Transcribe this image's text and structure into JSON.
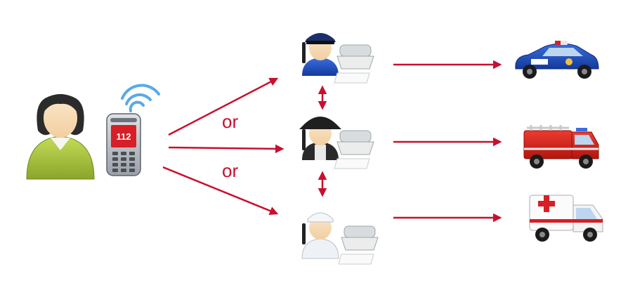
{
  "diagram": {
    "or_labels": [
      "or",
      "or"
    ],
    "phone_number": "112",
    "colors": {
      "arrow": "#c8102e",
      "caller_shirt": "#a8c43a",
      "police_car": "#1f4fc4",
      "fire_truck": "#d42a22",
      "ambulance": "#ffffff"
    },
    "icons": {
      "caller": "person-icon",
      "phone": "mobile-phone-icon",
      "signal": "wireless-signal-icon",
      "police_operator": "police-operator-icon",
      "fire_operator": "firefighter-operator-icon",
      "medical_operator": "medical-operator-icon",
      "desk_phone": "desk-phone-icon",
      "police_car": "police-car-icon",
      "fire_truck": "fire-truck-icon",
      "ambulance": "ambulance-icon"
    }
  }
}
